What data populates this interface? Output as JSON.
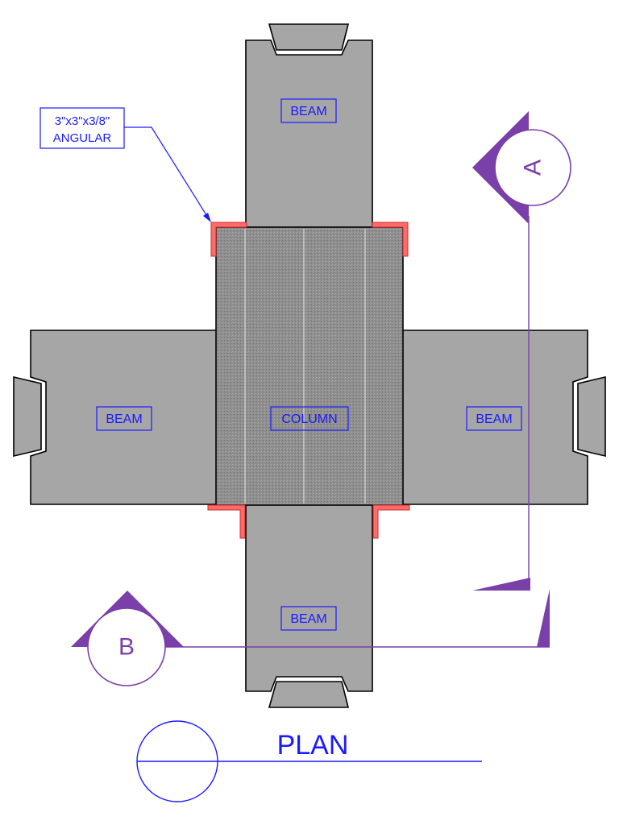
{
  "labels": {
    "beam_top": "BEAM",
    "beam_left": "BEAM",
    "beam_right": "BEAM",
    "beam_bottom": "BEAM",
    "column": "COLUMN",
    "angular_line1": "3\"x3\"x3/8\"",
    "angular_line2": "ANGULAR",
    "section_a": "A",
    "section_b": "B",
    "plan_title": "PLAN"
  },
  "colors": {
    "beam_fill": "#a6a6a6",
    "column_fill": "#8c8c8c",
    "angle_fill": "#ff6b6b",
    "angle_stroke": "#cc2b2b",
    "label_blue": "#1a1aff",
    "section_purple": "#7a3fa8"
  }
}
